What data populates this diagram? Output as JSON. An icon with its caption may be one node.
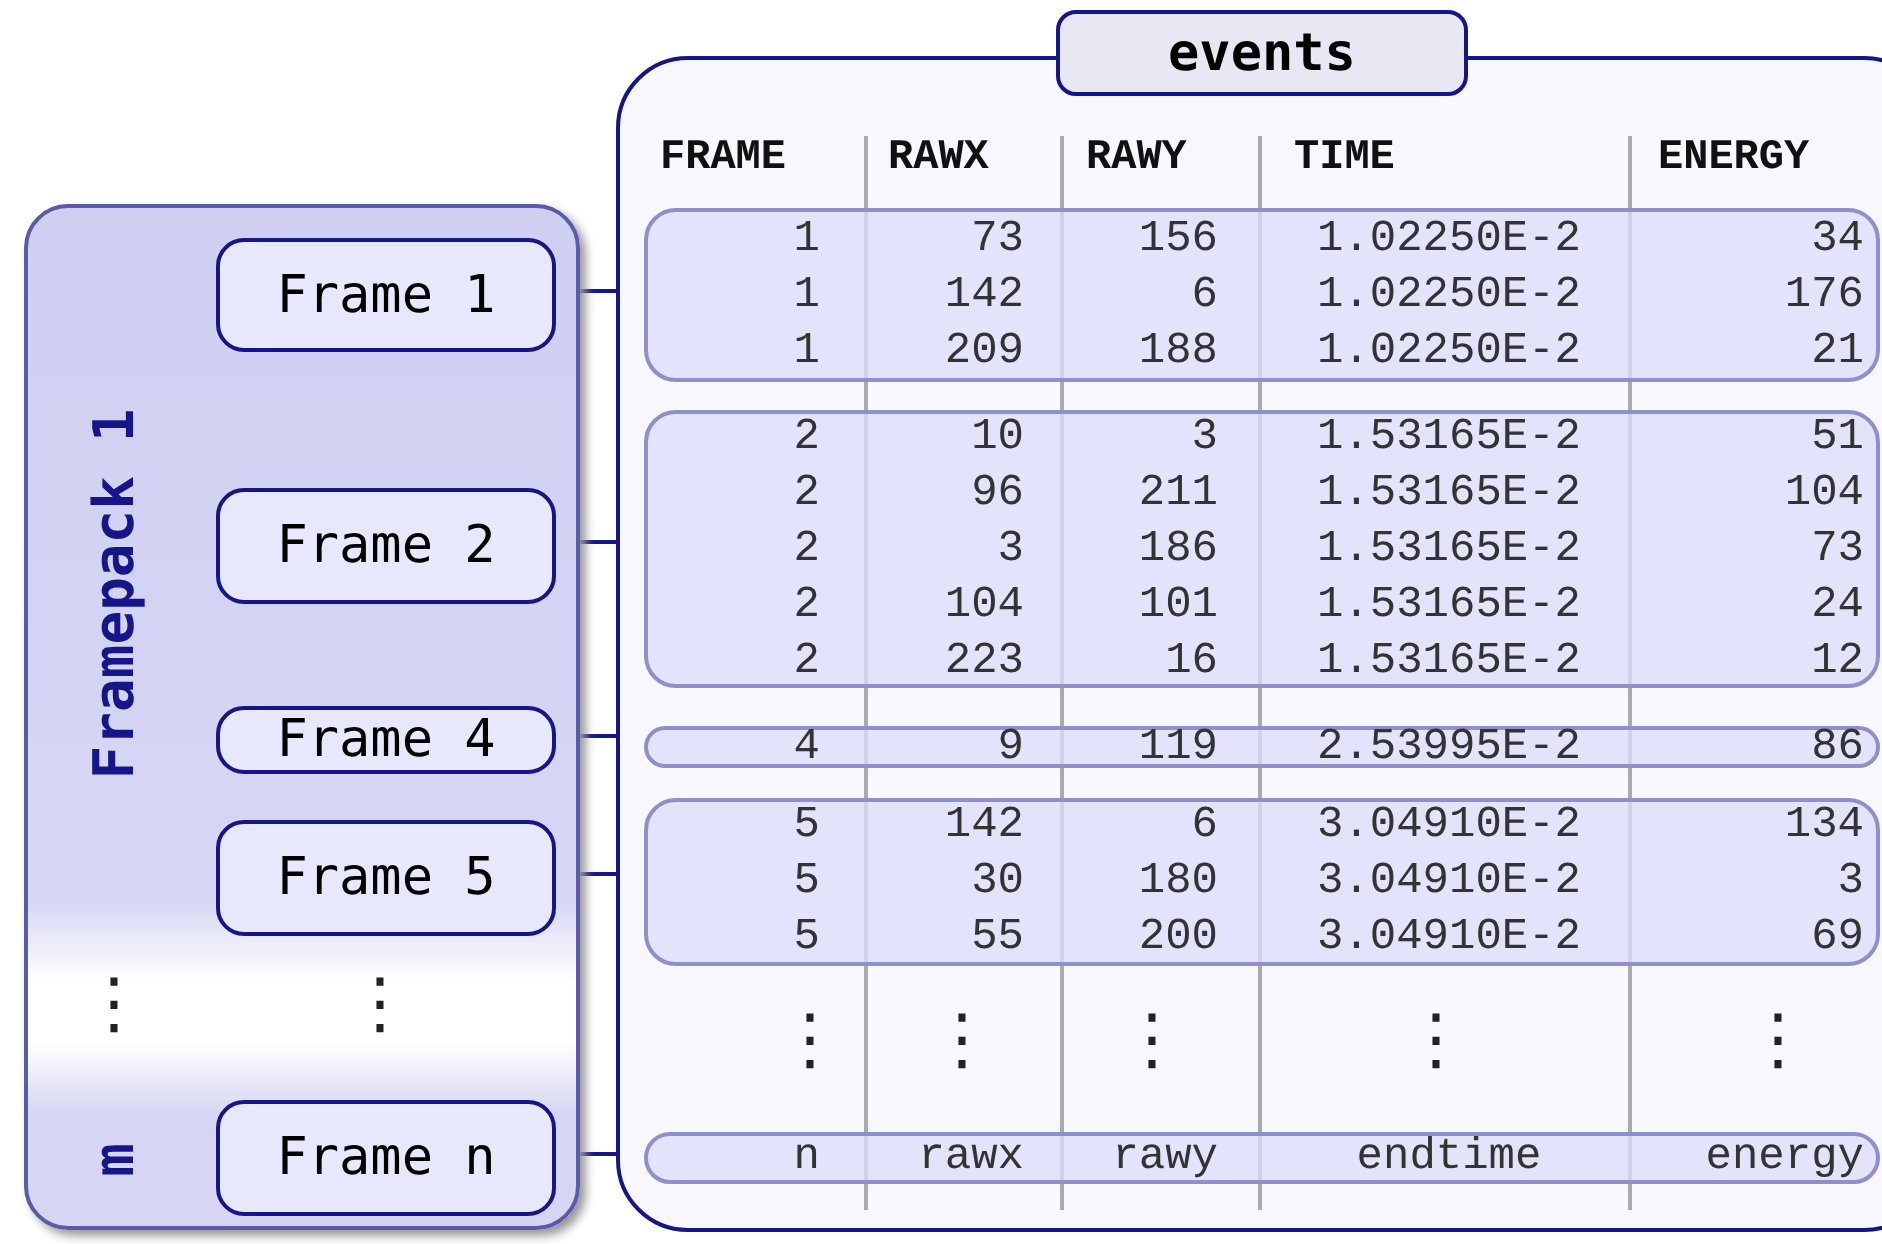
{
  "diagram": {
    "nodes": [
      {
        "text": [
          "Framepack 1",
          "m"
        ]
      },
      {
        "text": [
          "Frame 1"
        ],
        "in": 0
      },
      {
        "text": [
          "Frame 2"
        ],
        "in": 0
      },
      {
        "text": [
          "Frame 4"
        ],
        "in": 0
      },
      {
        "text": [
          "Frame 5"
        ],
        "in": 0
      },
      {
        "text": [
          "Frame n"
        ],
        "in": 0
      },
      {
        "text": [
          "events"
        ]
      },
      {
        "text": [
          "1",
          "73",
          "156",
          "1.02250E-2",
          "34",
          "1",
          "142",
          "6",
          "1.02250E-2",
          "176",
          "1",
          "209",
          "188",
          "1.02250E-2",
          "21"
        ],
        "in": 6
      },
      {
        "text": [
          "2",
          "10",
          "3",
          "1.53165E-2",
          "51",
          "2",
          "96",
          "211",
          "1.53165E-2",
          "104",
          "2",
          "3",
          "186",
          "1.53165E-2",
          "73",
          "2",
          "104",
          "101",
          "1.53165E-2",
          "24",
          "2",
          "223",
          "16",
          "1.53165E-2",
          "12"
        ],
        "in": 6
      },
      {
        "text": [
          "4",
          "9",
          "119",
          "2.53995E-2",
          "86"
        ],
        "in": 6
      },
      {
        "text": [
          "5",
          "142",
          "6",
          "3.04910E-2",
          "134",
          "5",
          "30",
          "180",
          "3.04910E-2",
          "3",
          "5",
          "55",
          "200",
          "3.04910E-2",
          "69"
        ],
        "in": 6
      },
      {
        "text": [
          "n",
          "rawx",
          "rawy",
          "endtime",
          "energy"
        ],
        "in": 6
      }
    ],
    "edges": [
      {
        "from": 1,
        "to": 7,
        "arrow": "none"
      },
      {
        "from": 2,
        "to": 8,
        "arrow": "none"
      },
      {
        "from": 3,
        "to": 9,
        "arrow": "none"
      },
      {
        "from": 4,
        "to": 10,
        "arrow": "none"
      },
      {
        "from": 5,
        "to": 11,
        "arrow": "none"
      }
    ],
    "labels": [
      "FRAME",
      "RAWX",
      "RAWY",
      "TIME",
      "ENERGY",
      "⋮",
      "⋮",
      "⋮",
      "⋮",
      "⋮",
      "⋮",
      "⋮"
    ]
  }
}
